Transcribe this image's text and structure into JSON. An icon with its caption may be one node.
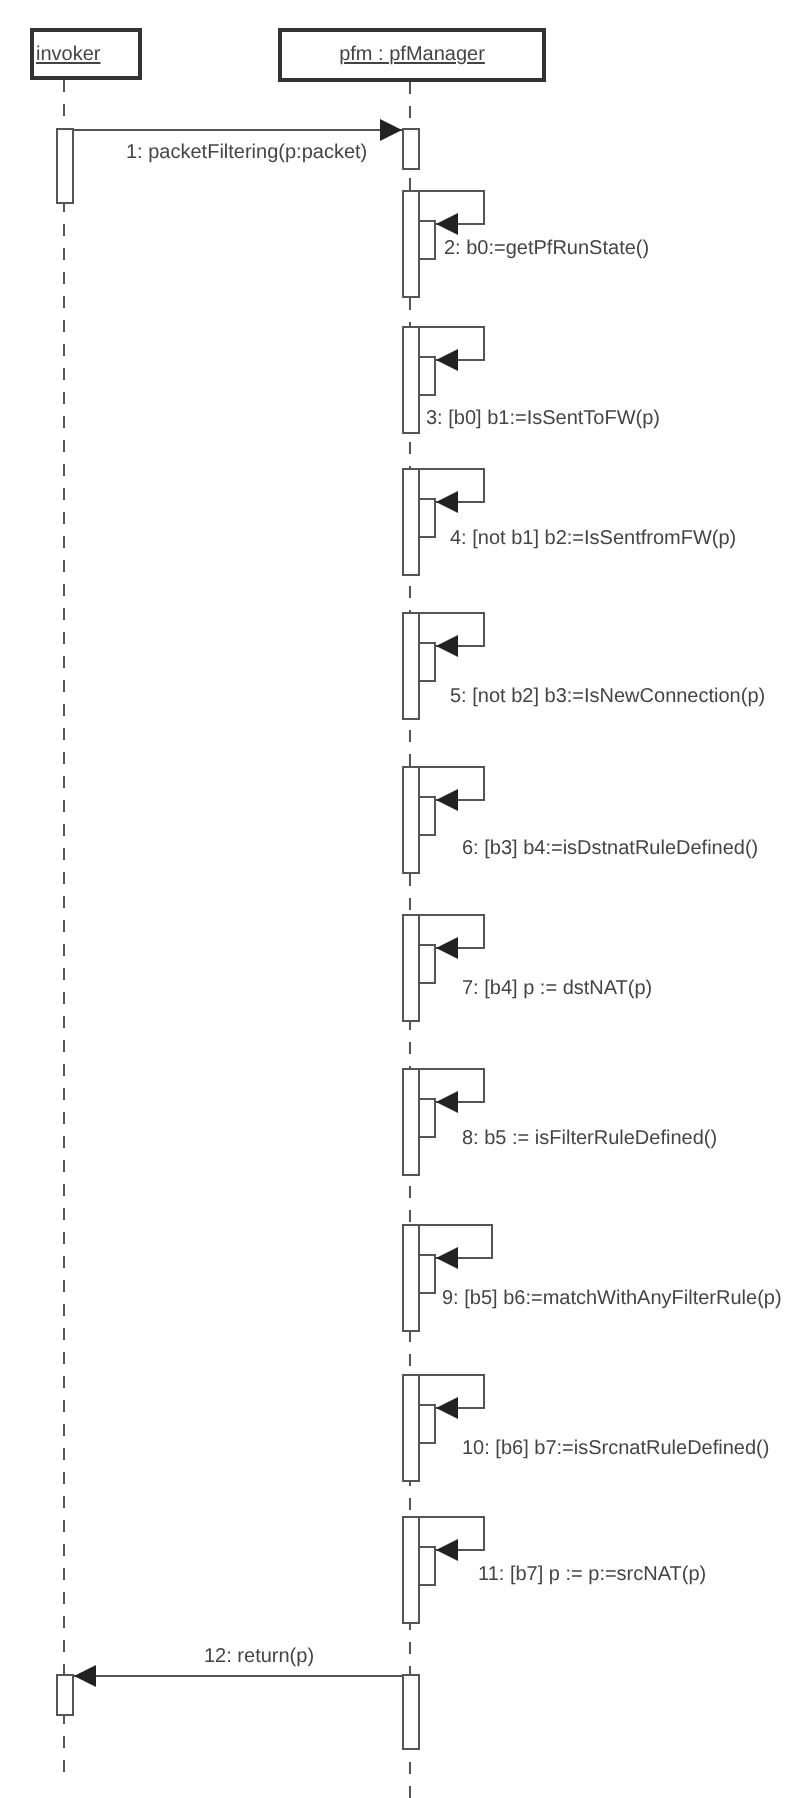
{
  "diagram": {
    "nodes": [
      {
        "text": [
          "invoker"
        ]
      },
      {
        "text": [
          "pfm : pfManager"
        ]
      },
      {
        "text": [],
        "shape": "bar"
      },
      {
        "text": [],
        "shape": "bar"
      },
      {
        "text": [],
        "shape": "bar"
      },
      {
        "text": [],
        "shape": "bar"
      },
      {
        "text": [],
        "shape": "bar"
      },
      {
        "text": [],
        "shape": "bar"
      },
      {
        "text": [],
        "shape": "bar"
      },
      {
        "text": [],
        "shape": "bar"
      },
      {
        "text": [],
        "shape": "bar"
      },
      {
        "text": [],
        "shape": "bar"
      },
      {
        "text": [],
        "shape": "bar"
      },
      {
        "text": [],
        "shape": "bar"
      },
      {
        "text": [],
        "shape": "bar"
      },
      {
        "text": [],
        "shape": "bar"
      },
      {
        "text": [],
        "shape": "bar"
      },
      {
        "text": [],
        "shape": "bar"
      },
      {
        "text": [],
        "shape": "bar"
      },
      {
        "text": [],
        "shape": "bar"
      },
      {
        "text": [],
        "shape": "bar"
      },
      {
        "text": [],
        "shape": "bar"
      },
      {
        "text": [],
        "shape": "bar"
      },
      {
        "text": [],
        "shape": "bar"
      },
      {
        "text": [],
        "shape": "bar"
      },
      {
        "text": [],
        "shape": "bar"
      }
    ],
    "edges": [
      {
        "from": 2,
        "to": 3,
        "arrow": "to",
        "label": "1: packetFiltering(p:packet)"
      },
      {
        "from": 4,
        "to": 5,
        "arrow": "to",
        "label": "2: b0:=getPfRunState()"
      },
      {
        "from": 6,
        "to": 7,
        "arrow": "to",
        "label": "3: [b0] b1:=IsSentToFW(p)"
      },
      {
        "from": 8,
        "to": 9,
        "arrow": "to",
        "label": "4: [not b1] b2:=IsSentfromFW(p)"
      },
      {
        "from": 10,
        "to": 11,
        "arrow": "to",
        "label": "5: [not b2] b3:=IsNewConnection(p)"
      },
      {
        "from": 12,
        "to": 13,
        "arrow": "to",
        "label": "6: [b3] b4:=isDstnatRuleDefined()"
      },
      {
        "from": 14,
        "to": 15,
        "arrow": "to",
        "label": "7: [b4] p := dstNAT(p)"
      },
      {
        "from": 16,
        "to": 17,
        "arrow": "to",
        "label": "8: b5 := isFilterRuleDefined()"
      },
      {
        "from": 18,
        "to": 19,
        "arrow": "to",
        "label": "9: [b5] b6:=matchWithAnyFilterRule(p)"
      },
      {
        "from": 20,
        "to": 21,
        "arrow": "to",
        "label": "10: [b6] b7:=isSrcnatRuleDefined()"
      },
      {
        "from": 22,
        "to": 23,
        "arrow": "to",
        "label": "11: [b7] p := p:=srcNAT(p)"
      },
      {
        "from": 25,
        "to": 24,
        "arrow": "to",
        "label": "12: return(p)"
      }
    ]
  }
}
